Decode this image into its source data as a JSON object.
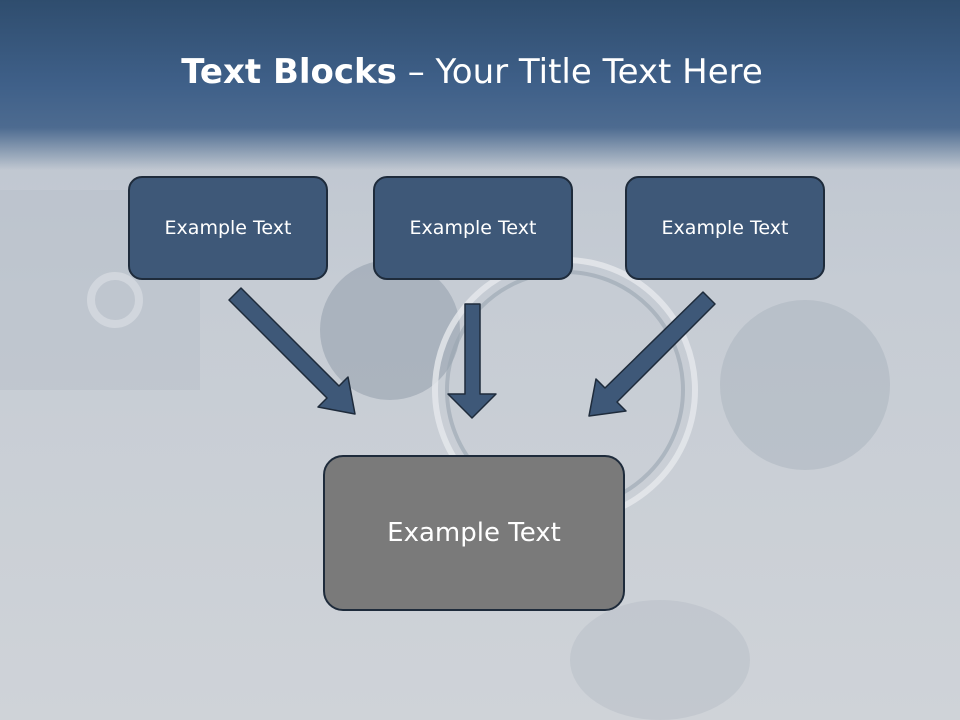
{
  "slide": {
    "title_bold": "Text Blocks",
    "title_dash": " – ",
    "title_rest": "Your Title Text Here"
  },
  "boxes": {
    "left": "Example Text",
    "middle": "Example Text",
    "right": "Example Text",
    "center": "Example Text"
  },
  "colors": {
    "header": "#3f6089",
    "top_box_fill": "#3e5878",
    "center_box_fill": "#7a7a7a",
    "arrow": "#3e5878"
  }
}
